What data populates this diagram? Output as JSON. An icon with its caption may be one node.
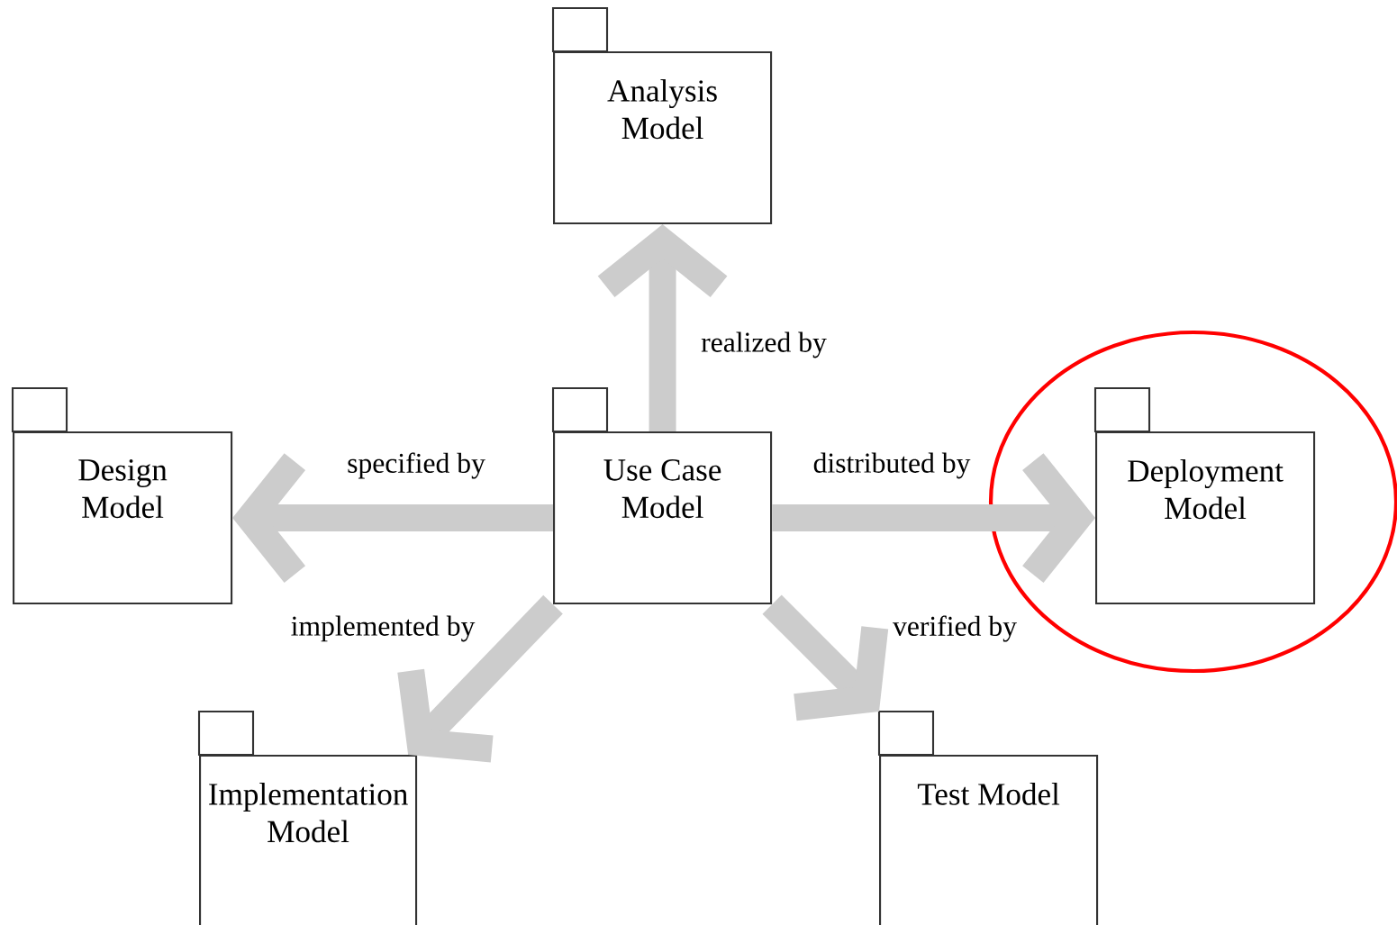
{
  "diagram": {
    "nodes": [
      {
        "text": [
          "Analysis Model"
        ]
      },
      {
        "text": [
          "Design Model"
        ]
      },
      {
        "text": [
          "Use Case Model"
        ]
      },
      {
        "text": [
          "Deployment Model"
        ]
      },
      {
        "text": [
          "Implementation Model"
        ]
      },
      {
        "text": [
          "Test Model"
        ]
      }
    ],
    "edges": [
      {
        "from": 2,
        "to": 0,
        "arrow": "to",
        "label": "realized by"
      },
      {
        "from": 2,
        "to": 1,
        "arrow": "to",
        "label": "specified by"
      },
      {
        "from": 2,
        "to": 3,
        "arrow": "to",
        "label": "distributed by"
      },
      {
        "from": 2,
        "to": 4,
        "arrow": "to",
        "label": "implemented by"
      },
      {
        "from": 2,
        "to": 5,
        "arrow": "to",
        "label": "verified by"
      }
    ]
  }
}
